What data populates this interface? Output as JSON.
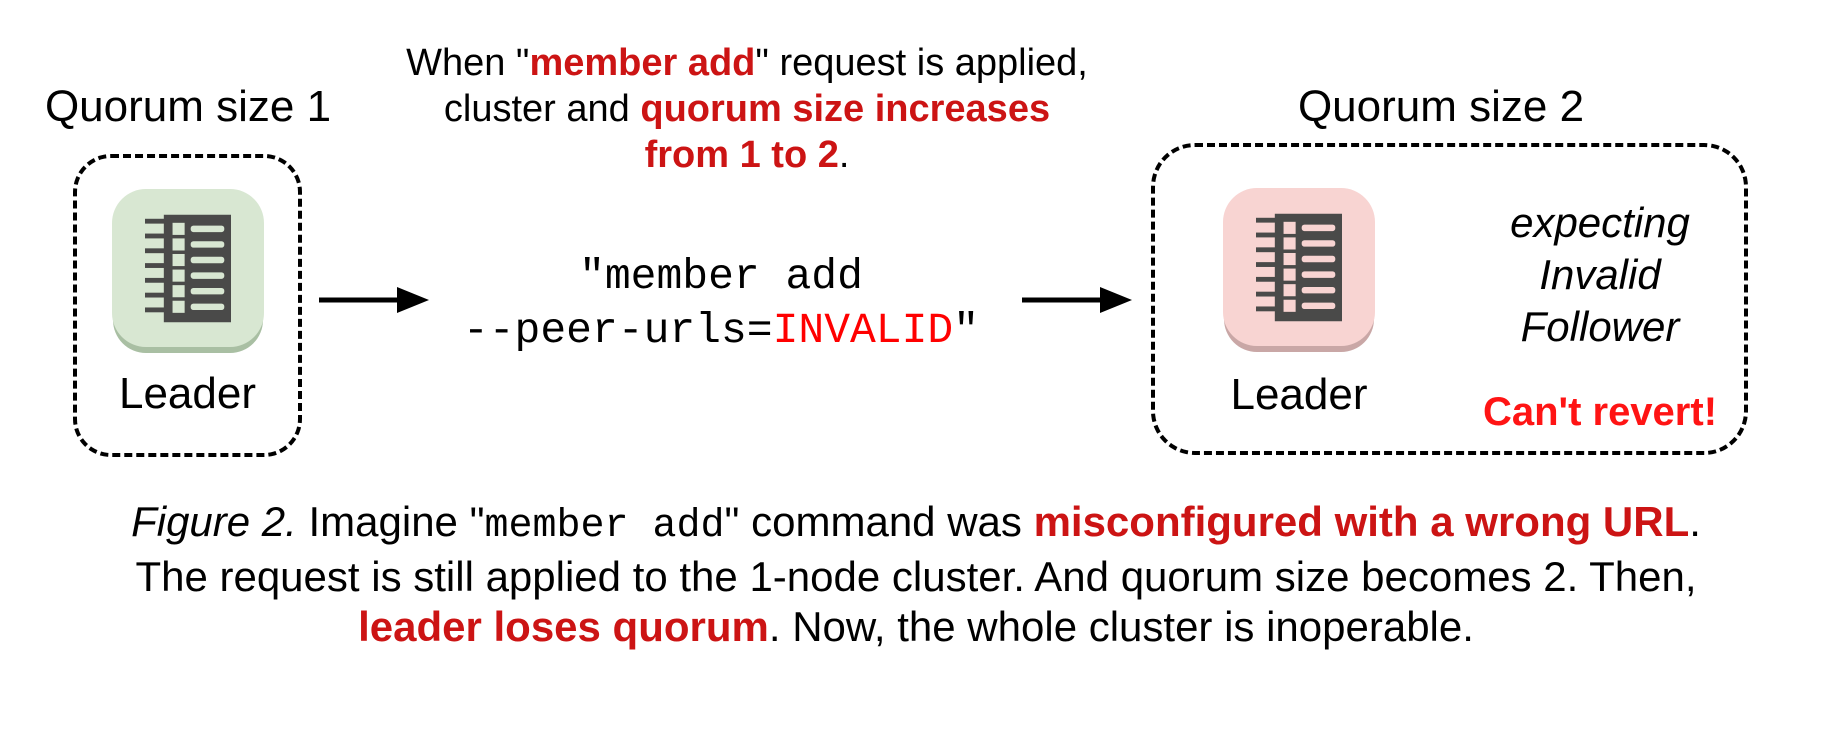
{
  "figure": {
    "left": {
      "heading": "Quorum size 1",
      "node_label": "Leader",
      "node_icon": "server-icon"
    },
    "middle": {
      "note": {
        "l1_pre": "When \"",
        "l1_em": "member add",
        "l1_post": "\" request is applied,",
        "l2_pre": "cluster and ",
        "l2_em": "quorum size increases",
        "l3_em": "from 1 to 2",
        "l3_post": "."
      },
      "code": {
        "line1": "\"member add",
        "l2_pre": "--peer-urls=",
        "l2_em": "INVALID",
        "l2_post": "\""
      }
    },
    "right": {
      "heading": "Quorum size 2",
      "node_label": "Leader",
      "node_icon": "server-icon",
      "expect": [
        "expecting",
        "Invalid",
        "Follower"
      ],
      "warning": "Can't revert!"
    },
    "caption": {
      "fig_label": "Figure 2.",
      "l1_pre": " Imagine \"",
      "l1_code": "member add",
      "l1_mid": "\" command was ",
      "l1_em": "misconfigured with a wrong URL",
      "l1_post": ".",
      "line2": "The request is still applied to the 1-node cluster. And quorum size becomes 2. Then,",
      "l3_em": "leader loses quorum",
      "l3_post": ". Now, the whole cluster is inoperable."
    }
  },
  "colors": {
    "text_black": "#000000",
    "em_red": "#cc1414",
    "code_red": "#ff0000",
    "warning_red": "#ff1414",
    "icon_green": "#d8e7d2",
    "icon_green_shade": "#a9bfa3",
    "icon_pink": "#f8d4d2",
    "icon_pink_shade": "#c9a7a6",
    "server_dark": "#4a4a49"
  }
}
